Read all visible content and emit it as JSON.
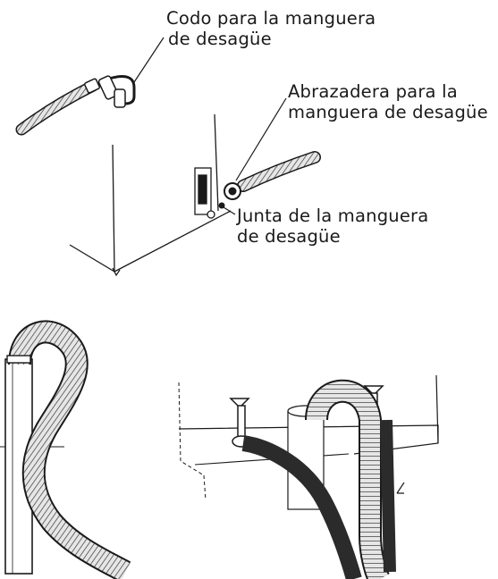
{
  "callouts": {
    "codo": {
      "line1": "Codo para la manguera",
      "line2": "de desagüe"
    },
    "abrazadera": {
      "line1": "Abrazadera para la",
      "line2": "manguera de desagüe"
    },
    "junta": {
      "line1": "Junta de la manguera",
      "line2": "de desagüe"
    }
  },
  "colors": {
    "ink": "#1a1a1a",
    "hose_fill": "#d9d9d9",
    "dark_hose": "#2b2b2b",
    "background": "#ffffff"
  },
  "icons": [
    "drain-hose-elbow-icon",
    "drain-hose-clamp-icon",
    "drain-hose-joint-icon",
    "washer-cabinet-icon",
    "standpipe-icon",
    "laundry-tub-faucet-icon"
  ]
}
